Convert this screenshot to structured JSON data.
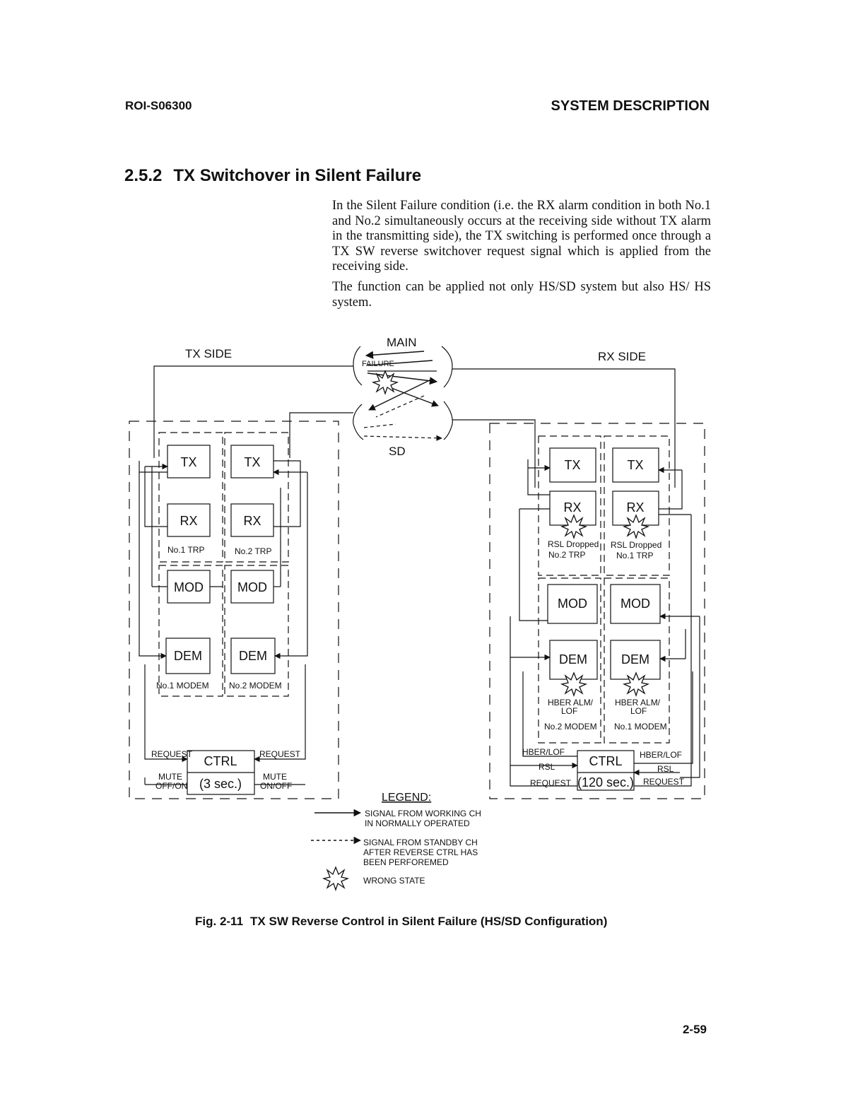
{
  "header": {
    "doc_id": "ROI-S06300",
    "section": "SYSTEM DESCRIPTION"
  },
  "section": {
    "number": "2.5.2",
    "title": "TX Switchover in Silent Failure"
  },
  "body": {
    "paragraph1": "In the Silent Failure condition (i.e. the RX alarm condition in both No.1 and No.2 simultaneously occurs at the receiving side without TX alarm in the transmitting side), the TX switching is performed once through a TX SW reverse switchover request signal which is applied from the receiving side.",
    "paragraph2": "The function can be applied not only HS/SD system but also HS/ HS system."
  },
  "diagram": {
    "tx_side_label": "TX SIDE",
    "rx_side_label": "RX SIDE",
    "main_label": "MAIN",
    "failure_label": "FAILURE",
    "sd_label": "SD",
    "tx_block": "TX",
    "rx_block": "RX",
    "mod_block": "MOD",
    "dem_block": "DEM",
    "ctrl_block": "CTRL",
    "left": {
      "trp1": "No.1 TRP",
      "trp2": "No.2 TRP",
      "modem1": "No.1 MODEM",
      "modem2": "No.2 MODEM",
      "request_left": "REQUEST",
      "request_right": "REQUEST",
      "mute_left_1": "MUTE",
      "mute_left_2": "OFF/ON",
      "mute_right_1": "MUTE",
      "mute_right_2": "ON/OFF",
      "ctrl_time": "(3 sec.)"
    },
    "right": {
      "rsl_dropped": "RSL Dropped",
      "trp_a": "No.2 TRP",
      "trp_b": "No.1 TRP",
      "hber_1": "HBER ALM/",
      "hber_2": "LOF",
      "modem_a": "No.2 MODEM",
      "modem_b": "No.1 MODEM",
      "hber_lof": "HBER/LOF",
      "rsl": "RSL",
      "request": "REQUEST",
      "ctrl_time": "(120 sec.)"
    },
    "legend": {
      "title": "LEGEND:",
      "working_1": "SIGNAL FROM WORKING CH",
      "working_2": "IN NORMALLY OPERATED",
      "standby_1": "SIGNAL FROM STANDBY CH",
      "standby_2": "AFTER REVERSE CTRL HAS",
      "standby_3": "BEEN PERFOREMED",
      "wrong": "WRONG STATE"
    }
  },
  "caption": {
    "fig": "Fig. 2-11",
    "text": "TX SW Reverse Control in Silent Failure (HS/SD Configuration)"
  },
  "page_number": "2-59"
}
